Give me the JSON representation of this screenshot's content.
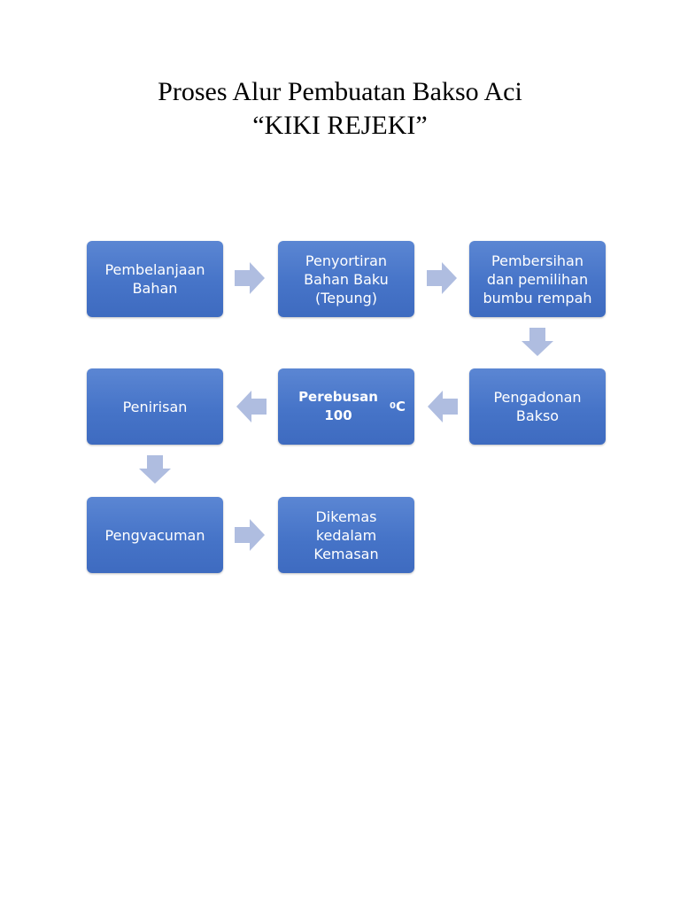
{
  "title": {
    "line1": "Proses Alur Pembuatan Bakso Aci",
    "line2": "“KIKI REJEKI”"
  },
  "steps": {
    "belanja": "Pembelanjaan\nBahan",
    "sortir": "Penyortiran\nBahan Baku\n(Tepung)",
    "bersih": "Pembersihan\ndan pemilihan\nbumbu rempah",
    "adonan": "Pengadonan\nBakso",
    "rebus": {
      "text": "Perebusan 100",
      "sup": "0",
      "unit": "C"
    },
    "tiris": "Penirisan",
    "vakum": "Pengvacuman",
    "kemas": "Dikemas\nkedalam\nKemasan"
  },
  "arrows": [
    {
      "from": "belanja",
      "to": "sortir",
      "direction": "right"
    },
    {
      "from": "sortir",
      "to": "bersih",
      "direction": "right"
    },
    {
      "from": "bersih",
      "to": "adonan",
      "direction": "down"
    },
    {
      "from": "adonan",
      "to": "rebus",
      "direction": "left"
    },
    {
      "from": "rebus",
      "to": "tiris",
      "direction": "left"
    },
    {
      "from": "tiris",
      "to": "vakum",
      "direction": "down"
    },
    {
      "from": "vakum",
      "to": "kemas",
      "direction": "right"
    }
  ],
  "colors": {
    "box": "#4674c8",
    "arrow": "#afbde0",
    "box_text": "#ffffff"
  }
}
